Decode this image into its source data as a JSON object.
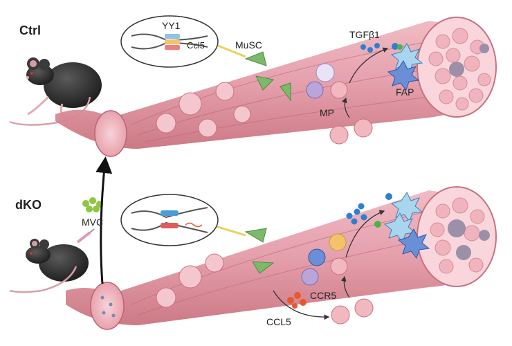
{
  "panels": {
    "top": {
      "condition": "Ctrl",
      "gene_box": {
        "factor": "YY1",
        "gene": "Ccl5"
      },
      "labels": {
        "stem_cell": "MuSC",
        "cytokine": "TGFβ1",
        "fibroblast": "FAP",
        "macrophage": "MP"
      }
    },
    "bottom": {
      "condition": "dKO",
      "drug": "MVC",
      "labels": {
        "chemokine": "CCL5",
        "receptor": "CCR5"
      }
    }
  },
  "colors": {
    "muscle_pink": "#e8a2ad",
    "muscle_dark": "#c97180",
    "musc_green": "#7cb96a",
    "fap_blue": "#6a8fd6",
    "mp_lilac": "#b9a5d9",
    "ccl5_orange": "#e8582e",
    "mvc_green": "#8dc63f",
    "tgf_blue": "#2f7fd1"
  }
}
